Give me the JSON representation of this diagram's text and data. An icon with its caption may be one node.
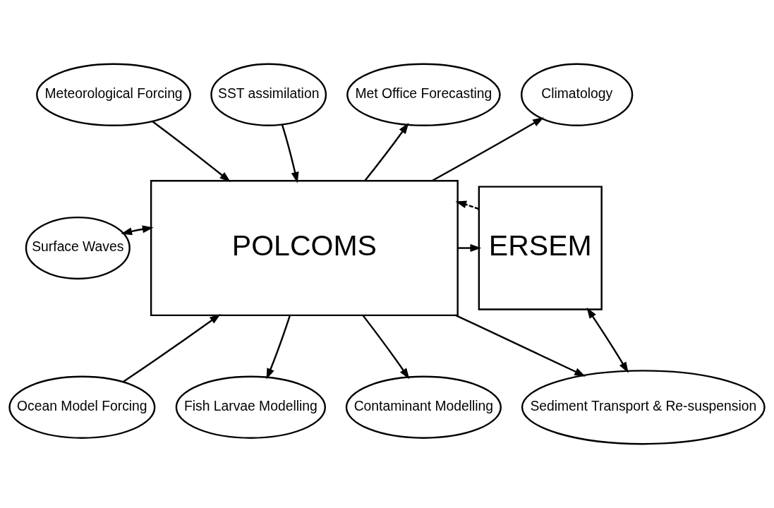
{
  "diagram": {
    "nodes": [
      {
        "text": [
          "Meteorological Forcing"
        ]
      },
      {
        "text": [
          "SST assimilation"
        ]
      },
      {
        "text": [
          "Met Office Forecasting"
        ]
      },
      {
        "text": [
          "Climatology"
        ]
      },
      {
        "text": [
          "Surface Waves"
        ]
      },
      {
        "text": [
          "POLCOMS"
        ]
      },
      {
        "text": [
          "ERSEM"
        ]
      },
      {
        "text": [
          "Ocean Model Forcing"
        ]
      },
      {
        "text": [
          "Fish Larvae Modelling"
        ]
      },
      {
        "text": [
          "Contaminant Modelling"
        ]
      },
      {
        "text": [
          "Sediment Transport & Re-suspension"
        ]
      }
    ],
    "edges": [
      {
        "from": 0,
        "to": 5,
        "arrow": "to"
      },
      {
        "from": 1,
        "to": 5,
        "arrow": "to"
      },
      {
        "from": 5,
        "to": 2,
        "arrow": "to"
      },
      {
        "from": 5,
        "to": 3,
        "arrow": "to"
      },
      {
        "from": 4,
        "to": 5,
        "arrow": "both"
      },
      {
        "from": 5,
        "to": 6,
        "arrow": "to"
      },
      {
        "from": 6,
        "to": 5,
        "arrow": "to",
        "style": "dashed"
      },
      {
        "from": 7,
        "to": 5,
        "arrow": "to"
      },
      {
        "from": 5,
        "to": 8,
        "arrow": "to"
      },
      {
        "from": 5,
        "to": 9,
        "arrow": "to"
      },
      {
        "from": 5,
        "to": 10,
        "arrow": "to"
      },
      {
        "from": 6,
        "to": 10,
        "arrow": "both"
      }
    ]
  }
}
